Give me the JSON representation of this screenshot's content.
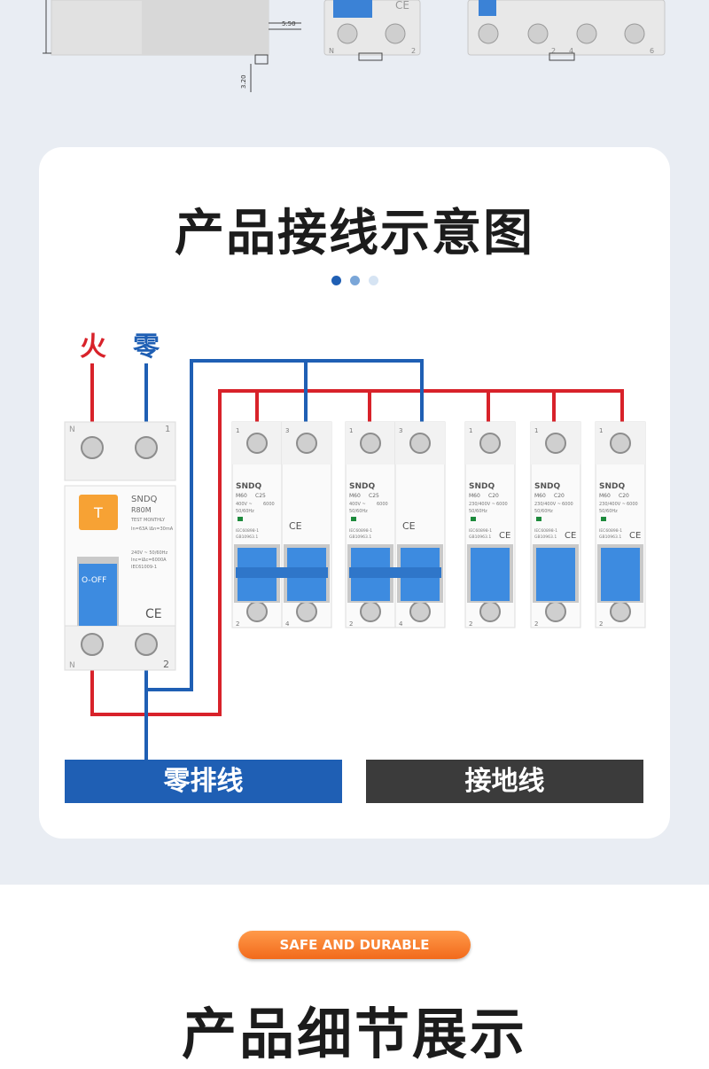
{
  "top_drawing": {
    "dim_1": "5.50",
    "dim_2": "3.20",
    "term_n": "N",
    "term_2": "2",
    "term_4": "4",
    "term_6": "6"
  },
  "wiring": {
    "title": "产品接线示意图",
    "dot_colors": [
      "#1f5fb4",
      "#7aa6d8",
      "#d6e4f3"
    ],
    "live_label": "火",
    "neutral_label": "零",
    "wire_colors": {
      "live": "#d8222a",
      "neutral": "#1f5fb4"
    },
    "rcbo": {
      "brand": "SNDQ",
      "model": "R80M",
      "test_key": "T",
      "test_text": "TEST MONTHLY",
      "spec_line_1": "In=63A  IΔn=30mA",
      "spec_line_2": "240V ~ 50/60Hz",
      "spec_line_3": "Inc=IΔc=6000A",
      "spec_line_4": "IEC61009-1",
      "switch_label": "O-OFF",
      "term_top_left": "N",
      "term_top_right": "1",
      "term_bottom_left": "N",
      "term_bottom_right": "2"
    },
    "breakers_2p": [
      {
        "brand": "SNDQ",
        "model": "M60",
        "rating": "C25",
        "voltage": "400V ~",
        "freq": "50/60Hz",
        "capacity": "6000",
        "std1": "IEC60898-1",
        "std2": "GB10963.1",
        "t1": "1",
        "t3": "3",
        "t2": "2",
        "t4": "4"
      },
      {
        "brand": "SNDQ",
        "model": "M60",
        "rating": "C25",
        "voltage": "400V ~",
        "freq": "50/60Hz",
        "capacity": "6000",
        "std1": "IEC60898-1",
        "std2": "GB10963.1",
        "t1": "1",
        "t3": "3",
        "t2": "2",
        "t4": "4"
      }
    ],
    "breakers_1p": [
      {
        "brand": "SNDQ",
        "model": "M60",
        "rating": "C20",
        "voltage": "230/400V ~",
        "freq": "50/60Hz",
        "capacity": "6000",
        "std1": "IEC60898-1",
        "std2": "GB10963.1",
        "t1": "1",
        "t2": "2"
      },
      {
        "brand": "SNDQ",
        "model": "M60",
        "rating": "C20",
        "voltage": "230/400V ~",
        "freq": "50/60Hz",
        "capacity": "6000",
        "std1": "IEC60898-1",
        "std2": "GB10963.1",
        "t1": "1",
        "t2": "2"
      },
      {
        "brand": "SNDQ",
        "model": "M60",
        "rating": "C20",
        "voltage": "230/400V ~",
        "freq": "50/60Hz",
        "capacity": "6000",
        "std1": "IEC60898-1",
        "std2": "GB10963.1",
        "t1": "1",
        "t2": "2"
      }
    ],
    "neutral_bar_label": "零排线",
    "ground_bar_label": "接地线"
  },
  "details": {
    "badge": "SAFE AND DURABLE",
    "title": "产品细节展示"
  }
}
